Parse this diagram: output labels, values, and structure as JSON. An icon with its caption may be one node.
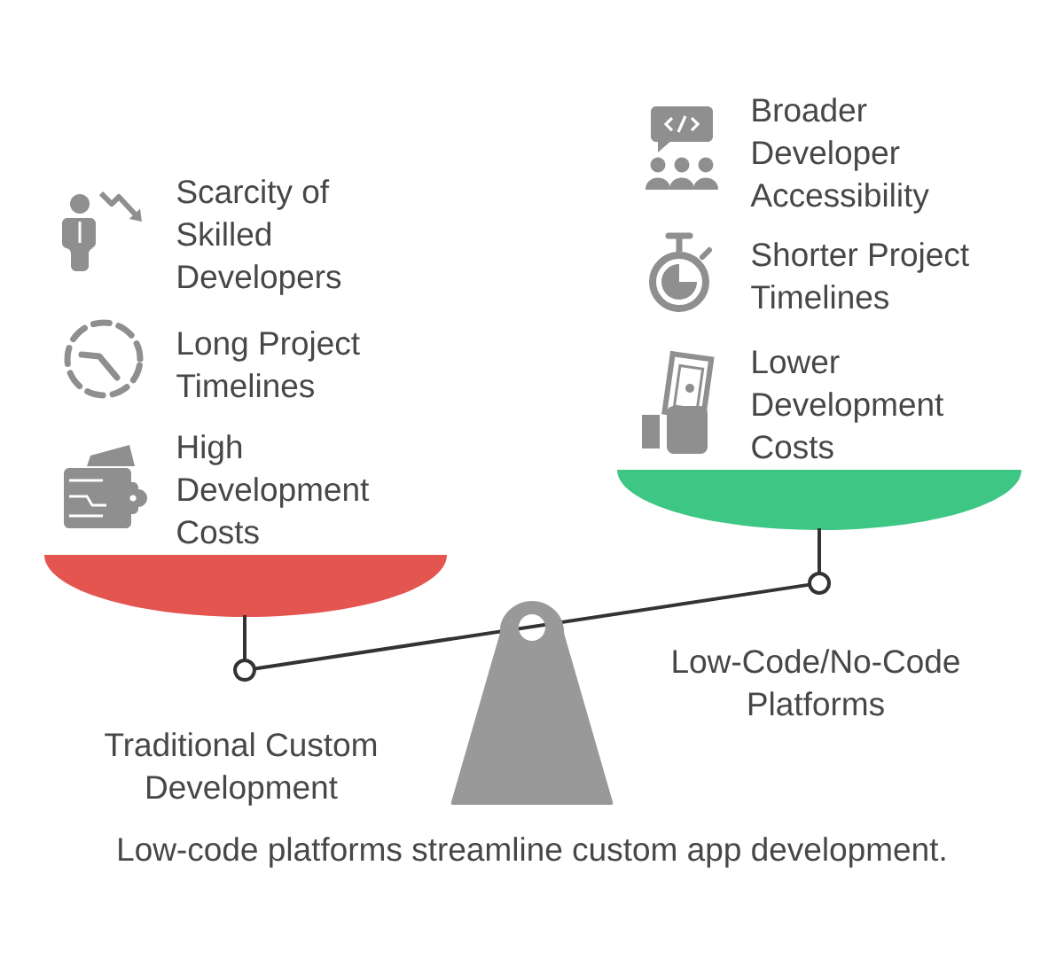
{
  "diagram": {
    "caption": "Low-code platforms streamline custom app development.",
    "labels": [
      "Scarcity of Skilled Developers",
      "Long Project Timelines",
      "High Development Costs",
      "Traditional Custom Development",
      "Broader Developer Accessibility",
      "Shorter Project Timelines",
      "Lower Development Costs",
      "Low-Code/No-Code Platforms"
    ]
  }
}
